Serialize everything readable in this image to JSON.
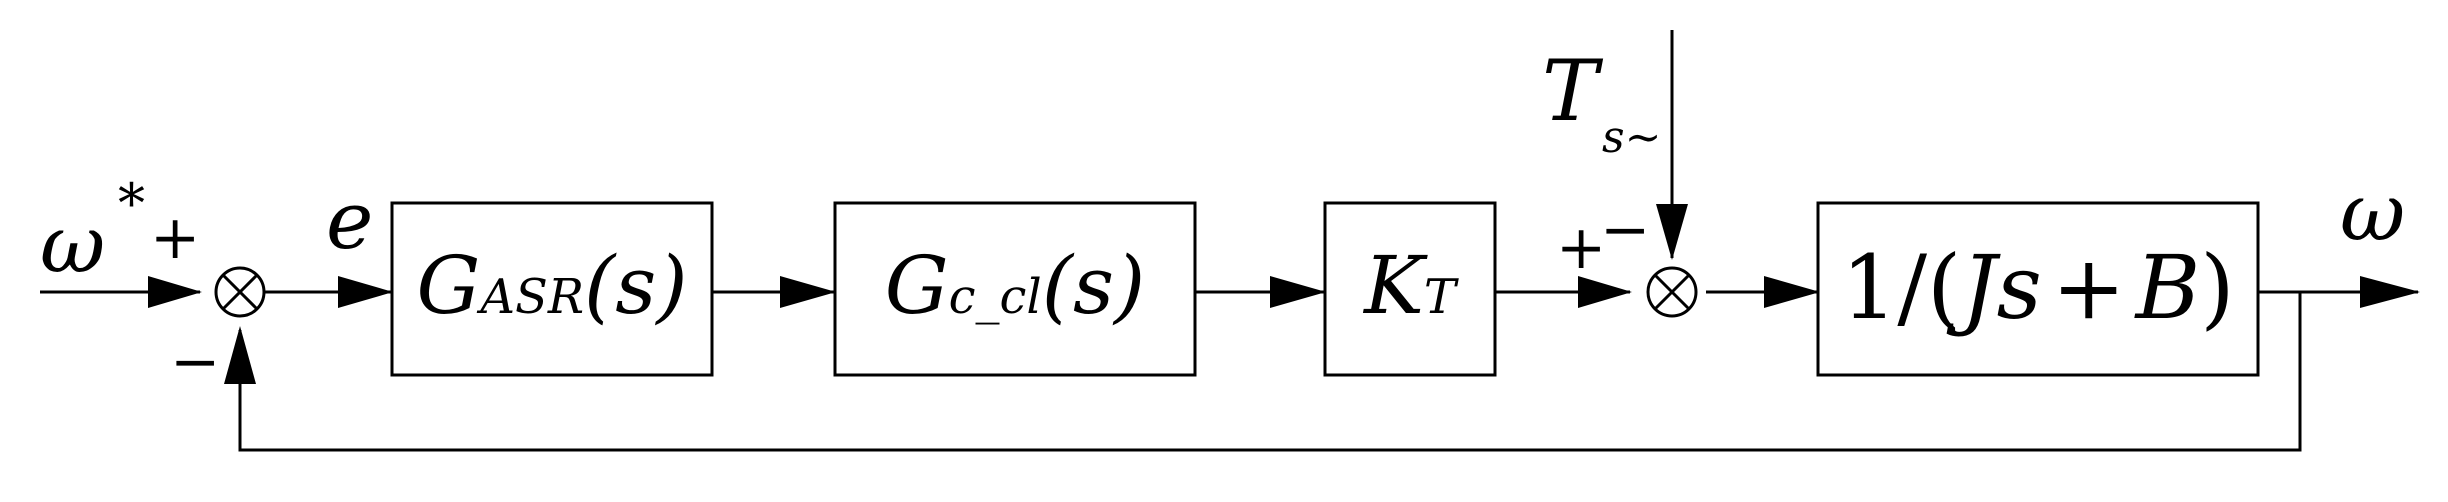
{
  "diagram": {
    "input": {
      "symbol": "ω",
      "superscript": "*",
      "sign": "+"
    },
    "error_label": "e",
    "summer1": {
      "feedback_sign": "−"
    },
    "blocks": {
      "asr": {
        "main": "G",
        "sub": "ASR",
        "arg": "(s)"
      },
      "ccl": {
        "main": "G",
        "sub": "c_cl",
        "arg": "(s)"
      },
      "kt": {
        "main": "K",
        "sub": "T"
      },
      "plant": {
        "one": "1",
        "slash": "/",
        "open": "(",
        "j": "J",
        "s": "s",
        "plus": "+",
        "b": "B",
        "close": ")"
      }
    },
    "disturbance": {
      "symbol": "T",
      "subscript": "s~"
    },
    "summer2": {
      "plus_sign": "+",
      "minus_sign": "−"
    },
    "output": {
      "symbol": "ω"
    }
  }
}
